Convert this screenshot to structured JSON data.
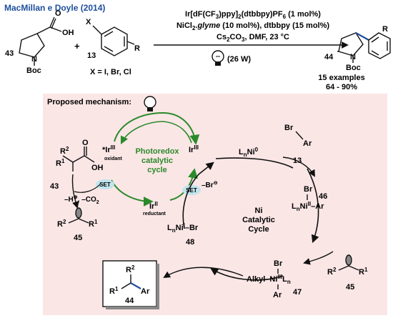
{
  "header": {
    "title": "MacMillan e Doyle (2014)"
  },
  "reaction": {
    "reactant_acid_number": "43",
    "reactant_acid_group": "OH",
    "reactant_acid_oxygen": "O",
    "reactant_N": "N",
    "boc": "Boc",
    "plus": "+",
    "aryl_halide_number": "13",
    "aryl_X": "X",
    "aryl_R": "R",
    "x_options": "X = I, Br, Cl",
    "cond_line1": "Ir[dF(CF",
    "cond_line1_sub": "3",
    "cond_line1_b": ")ppy]",
    "cond_line1_sub2": "2",
    "cond_line1_c": "(dtbbpy)PF",
    "cond_line1_sub3": "6",
    "cond_line1_d": " (1 mol%)",
    "cond_line2_a": "NiCl",
    "cond_line2_sub": "2",
    "cond_line2_b": ".",
    "cond_line2_italic": "glyme",
    "cond_line2_c": " (10 mol%), dtbbpy (15 mol%)",
    "cond_line3_a": "Cs",
    "cond_line3_sub": "2",
    "cond_line3_b": "CO",
    "cond_line3_sub2": "3",
    "cond_line3_c": ", DMF, 23 °C",
    "lamp_power": "(26 W)",
    "product_number": "44",
    "product_R": "R",
    "product_examples": "15 examples",
    "product_yield": "64 - 90%"
  },
  "mechanism": {
    "heading": "Proposed mechanism:",
    "photoredox_title": [
      "Photoredox",
      "catalytic",
      "cycle"
    ],
    "ni_title": [
      "Ni",
      "Catalytic",
      "Cycle"
    ],
    "ir_excited": "*Ir",
    "ir_excited_sup": "III",
    "oxidant": "oxidant",
    "ir_ii": "Ir",
    "ir_ii_sup": "II",
    "reductant": "reductant",
    "ir_iii": "Ir",
    "ir_iii_sup": "III",
    "set_label": "SET",
    "acid_R2": "R",
    "acid_R2_sup": "2",
    "acid_R1": "R",
    "acid_R1_sup": "1",
    "acid_O": "O",
    "acid_OH": "OH",
    "acid_number": "43",
    "loss": "–H",
    "loss_b": ", –CO",
    "loss_sub": "2",
    "radical_R2": "R",
    "radical_R2_sup": "2",
    "radical_R1": "R",
    "radical_R1_sup": "1",
    "radical_number": "45",
    "bromide_loss": "–Br",
    "ni0": "L",
    "ni0_sub": "n",
    "ni0_b": "Ni",
    "ni0_sup": "0",
    "arbr_Br": "Br",
    "arbr_Ar": "Ar",
    "arbr_number": "13",
    "nii_L": "L",
    "nii_sub": "n",
    "nii_Ni": "Ni",
    "nii_sup": "I",
    "nii_Br": "–Br",
    "nii_number": "48",
    "c46_Br": "Br",
    "c46_L": "L",
    "c46_sub": "n",
    "c46_Ni": "Ni",
    "c46_sup": "II",
    "c46_Ar": "–Ar",
    "c46_number": "46",
    "c47_Br": "Br",
    "c47_Alkyl": "Alkyl–Ni",
    "c47_sup": "III",
    "c47_L": "L",
    "c47_sub": "n",
    "c47_Ar": "Ar",
    "c47_number": "47",
    "rad2_R2": "R",
    "rad2_R2_sup": "2",
    "rad2_R1": "R",
    "rad2_R1_sup": "1",
    "rad2_number": "45",
    "prod_R2": "R",
    "prod_R2_sup": "2",
    "prod_R1": "R",
    "prod_R1_sup": "1",
    "prod_Ar": "Ar",
    "prod_number": "44"
  },
  "colors": {
    "title_blue": "#1f4e9c",
    "panel_pink": "#fbe6e6",
    "cycle_green": "#2a8a2a",
    "set_cyan": "#bfe4ec",
    "product_blue": "#1f4e9c"
  }
}
